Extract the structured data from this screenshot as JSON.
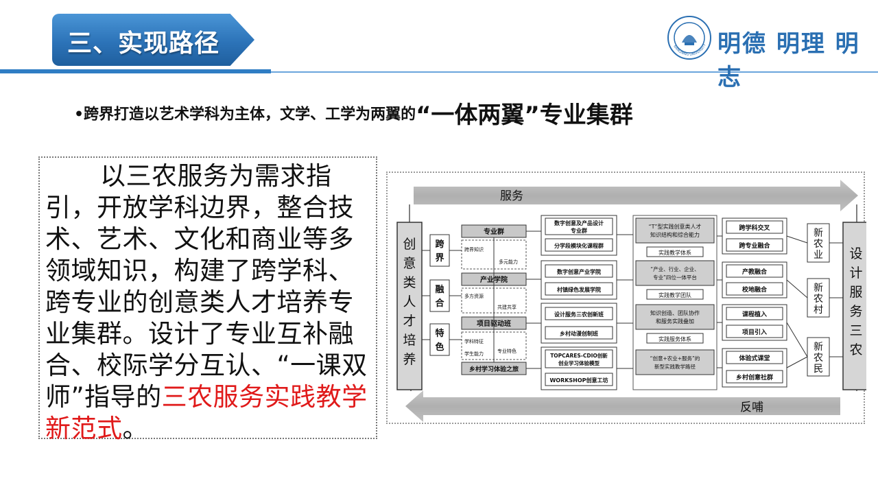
{
  "slide": {
    "title": "三、实现路径",
    "motto": "明德 明理 明志",
    "seal_text": "KANGNING UNIVERSITY"
  },
  "bullet": {
    "prefix": "•跨界打造以艺术学科为主体，文学、工学为两翼的",
    "highlight": "“一体两翼”",
    "suffix": "专业集群"
  },
  "body": {
    "text_main": "以三农服务为需求指引，开放学科边界，整合技术、艺术、文化和商业等多领域知识，构建了跨学科、跨专业的创意类人才培养专业集群。设计了专业互补融合、校际学分互认、“一课双师”指导的",
    "text_red": "三农服务实践教学新范式",
    "text_end": "。"
  },
  "diagram": {
    "top_arrow_label": "服务",
    "bottom_arrow_label": "反哺",
    "left_box": "创意类人才培养",
    "right_box": "设计服务三农",
    "left_tags": [
      "跨界",
      "融合",
      "特色"
    ],
    "col1": [
      "专业群",
      "产业学院",
      "项目驱动班",
      "乡村学习体验之旅"
    ],
    "col1_sub": [
      "跨界知识",
      "多元能力",
      "多方资源",
      "共建共享",
      "学科特征",
      "专业特色",
      "学生能力"
    ],
    "col2": [
      "数字创意及产品设计专业群",
      "分学段模块化课程群",
      "数字创意产业学院",
      "村镇绿色发展学院",
      "设计服务三农创新班",
      "乡村动漫创制班",
      "TOPCARES-CDIO创新创业学习体验模型",
      "WORKSHOP创意工坊"
    ],
    "col3": [
      "“T”型实践创意类人才知识结构和综合能力",
      "实践教学体系",
      "“产业、行业、企业、专业”四位一体平台",
      "实践教学团队",
      "知识创造、团队协作和服务实践叠加",
      "实践服务体系",
      "“创意+农业+服务”的新型实践教学路径"
    ],
    "col4": [
      "跨学科交叉",
      "跨专业融合",
      "产教融合",
      "校地融合",
      "课程植入",
      "项目引入",
      "体验式课堂",
      "乡村创意社群"
    ],
    "right_tags": [
      "新农业",
      "新农村",
      "新农民"
    ]
  }
}
